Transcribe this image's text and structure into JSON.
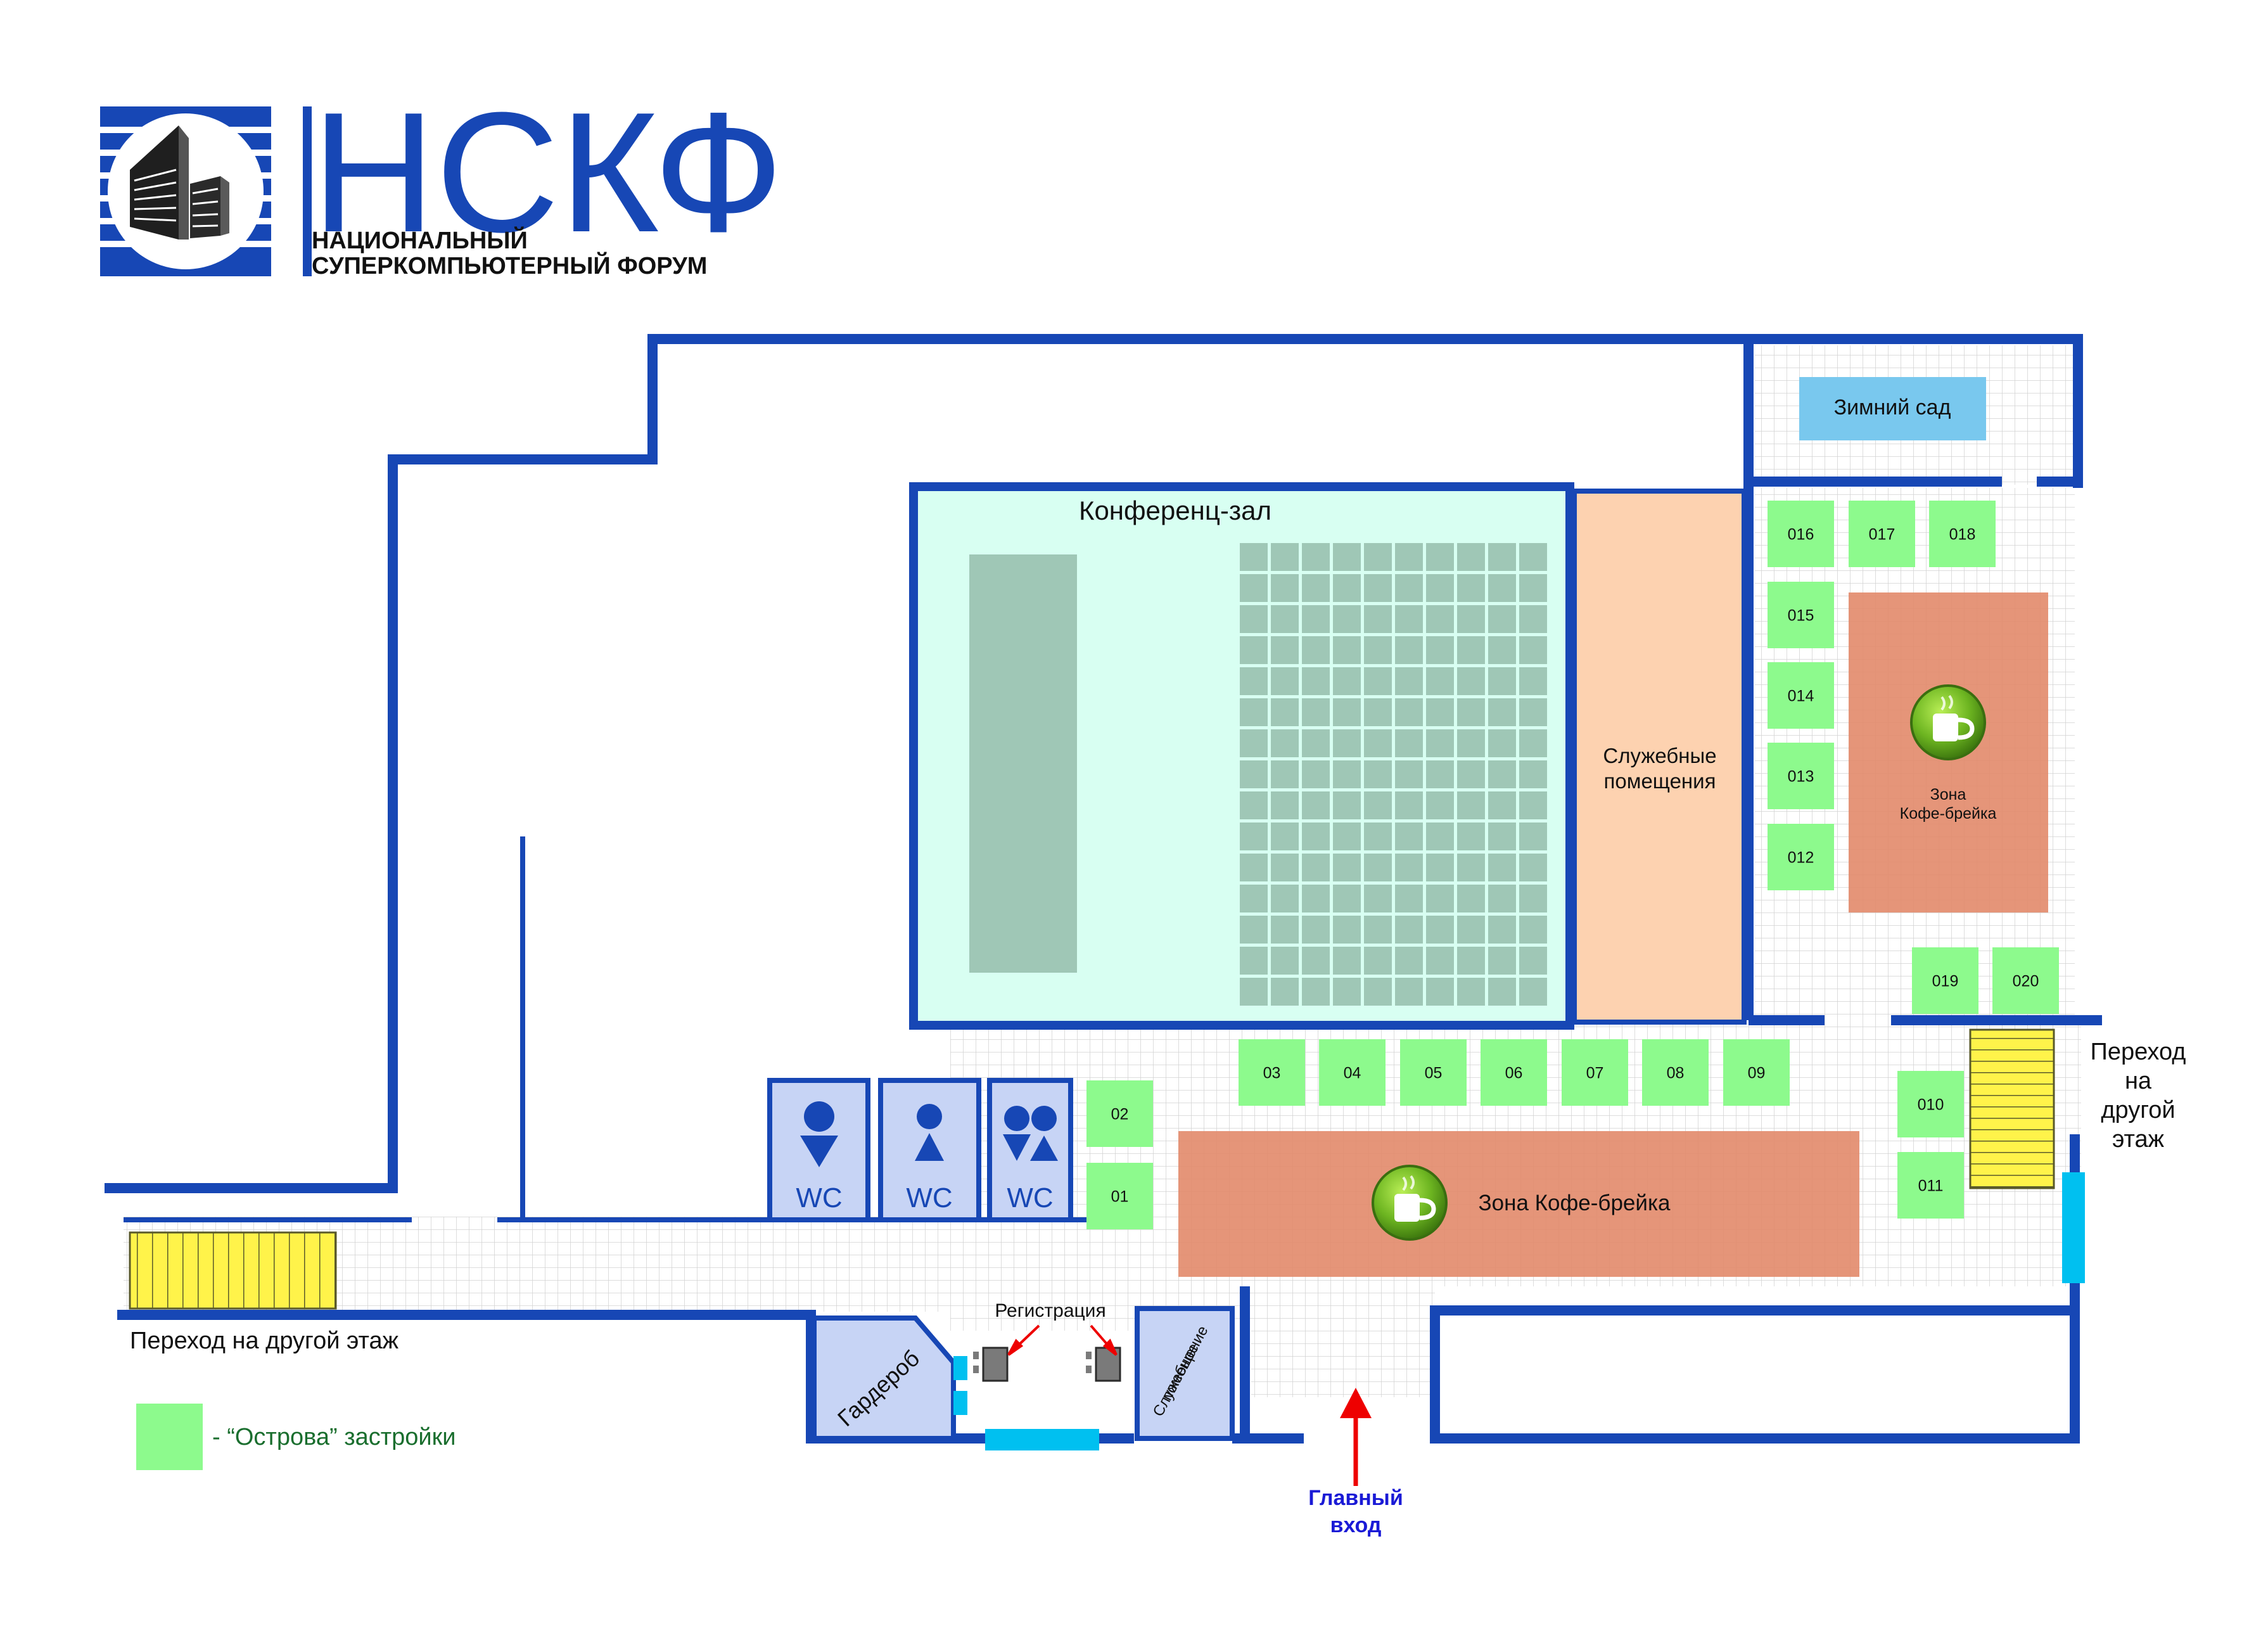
{
  "logo": {
    "abbr": "НСКФ",
    "line1": "НАЦИОНАЛЬНЫЙ",
    "line2": "СУПЕРКОМПЬЮТЕРНЫЙ  ФОРУМ"
  },
  "rooms": {
    "winter_garden": "Зимний сад",
    "conference_hall": "Конференц-зал",
    "service_rooms_line1": "Служебные",
    "service_rooms_line2": "помещения",
    "coffee_zone_small_line1": "Зона",
    "coffee_zone_small_line2": "Кофе-брейка",
    "coffee_zone_main": "Зона Кофе-брейка",
    "wc_labels": [
      "WC",
      "WC",
      "WC"
    ],
    "wardrobe": "Гардероб",
    "service_room_line1": "Служебное",
    "service_room_line2": "помещение",
    "registration": "Регистрация"
  },
  "transitions": {
    "right_line1": "Переход",
    "right_line2": "на",
    "right_line3": "другой",
    "right_line4": "этаж",
    "left": "Переход на другой этаж"
  },
  "entrance": {
    "line1": "Главный",
    "line2": "вход"
  },
  "islands": {
    "top_row": [
      "016",
      "017",
      "018"
    ],
    "left_column": [
      "015",
      "014",
      "013",
      "012"
    ],
    "bottom_pair": [
      "019",
      "020"
    ],
    "corridor_row": [
      "03",
      "04",
      "05",
      "06",
      "07",
      "08",
      "09"
    ],
    "left_pair": [
      "02",
      "01"
    ],
    "right_pair": [
      "010",
      "011"
    ]
  },
  "legend": {
    "text": "- “Острова” застройки"
  },
  "colors": {
    "wall": "#1747b5",
    "island": "#8dfa8d",
    "coffee": "#e2896a",
    "hall": "#d8fff2",
    "service": "#fdd2b0",
    "winter_garden": "#79c8ee",
    "stairs": "#fff34a",
    "door": "#00c0f0",
    "wc_room": "#c7d4f5",
    "arrow": "#ee0000",
    "entrance_text": "#1a1ad6",
    "legend_text": "#1a6e2e"
  },
  "icons": [
    "coffee-cup-icon",
    "male-icon",
    "female-icon",
    "family-icon",
    "registration-desk-icon",
    "arrow-up-icon"
  ]
}
